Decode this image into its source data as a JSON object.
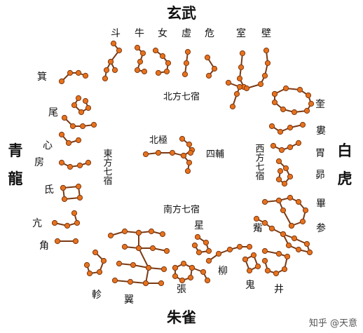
{
  "quadrants": {
    "north": {
      "title": "玄武",
      "label": "北方七宿"
    },
    "south": {
      "title": "朱雀",
      "label": "南方七宿"
    },
    "east": {
      "title_top": "青",
      "title_bottom": "龍",
      "label": "東方七宿"
    },
    "west": {
      "title_top": "白",
      "title_bottom": "虎",
      "label": "西方七宿"
    }
  },
  "mansions": {
    "north": [
      "斗",
      "牛",
      "女",
      "虛",
      "危",
      "室",
      "壁"
    ],
    "east": [
      "箕",
      "尾",
      "心",
      "房",
      "氐",
      "亢",
      "角"
    ],
    "west": [
      "奎",
      "婁",
      "胃",
      "昴",
      "畢",
      "觜",
      "参"
    ],
    "south": [
      "井",
      "鬼",
      "柳",
      "星",
      "張",
      "翼",
      "軫"
    ]
  },
  "center": {
    "pole": "北極",
    "assist": "四輔"
  },
  "watermark": "知乎 @天意",
  "colors": {
    "star": "#e8711c",
    "line": "#7a3a14",
    "text": "#111111"
  }
}
